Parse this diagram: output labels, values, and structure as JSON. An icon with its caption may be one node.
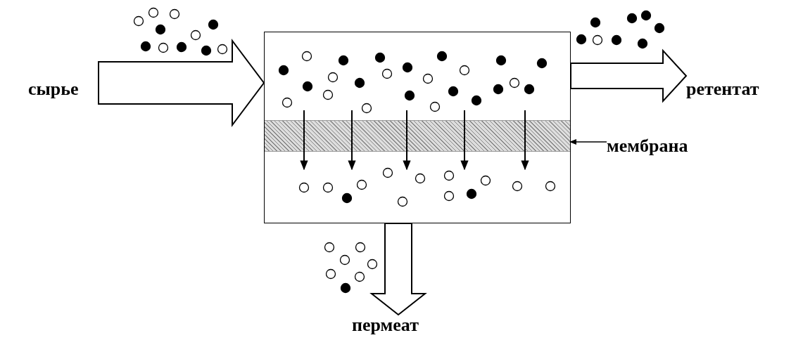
{
  "diagram": {
    "nodes": [
      {
        "text": [
          "сырье"
        ]
      },
      {
        "text": [],
        "shape": "box"
      },
      {
        "text": [],
        "shape": "band",
        "in": 1
      },
      {
        "text": [
          "ретентат"
        ]
      },
      {
        "text": [
          "мембрана"
        ]
      },
      {
        "text": [
          "пермеат"
        ]
      }
    ],
    "edges": [
      {
        "from": 0,
        "to": 1,
        "arrow": "to",
        "style": "thick"
      },
      {
        "from": 1,
        "to": 3,
        "arrow": "to",
        "style": "thick"
      },
      {
        "from": 1,
        "to": 5,
        "arrow": "to",
        "style": "thick"
      },
      {
        "from": 4,
        "to": 2,
        "arrow": "to"
      }
    ]
  }
}
